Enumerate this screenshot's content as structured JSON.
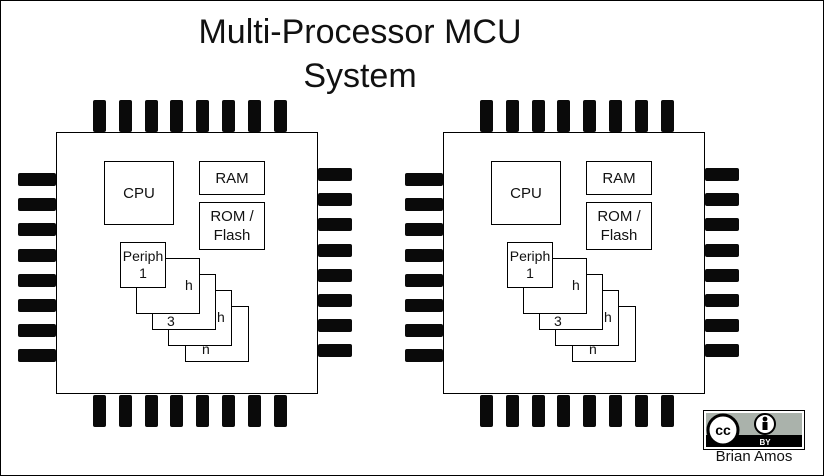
{
  "title": "Multi-Processor MCU\nSystem",
  "chip": {
    "cpu": "CPU",
    "ram": "RAM",
    "rom": "ROM /\nFlash",
    "periph1": "Periph\n1",
    "periph2": "h",
    "periph3": "3",
    "periph3b": "h",
    "periphn": "n"
  },
  "license": {
    "cc": "cc",
    "by": "BY",
    "author": "Brian Amos"
  }
}
